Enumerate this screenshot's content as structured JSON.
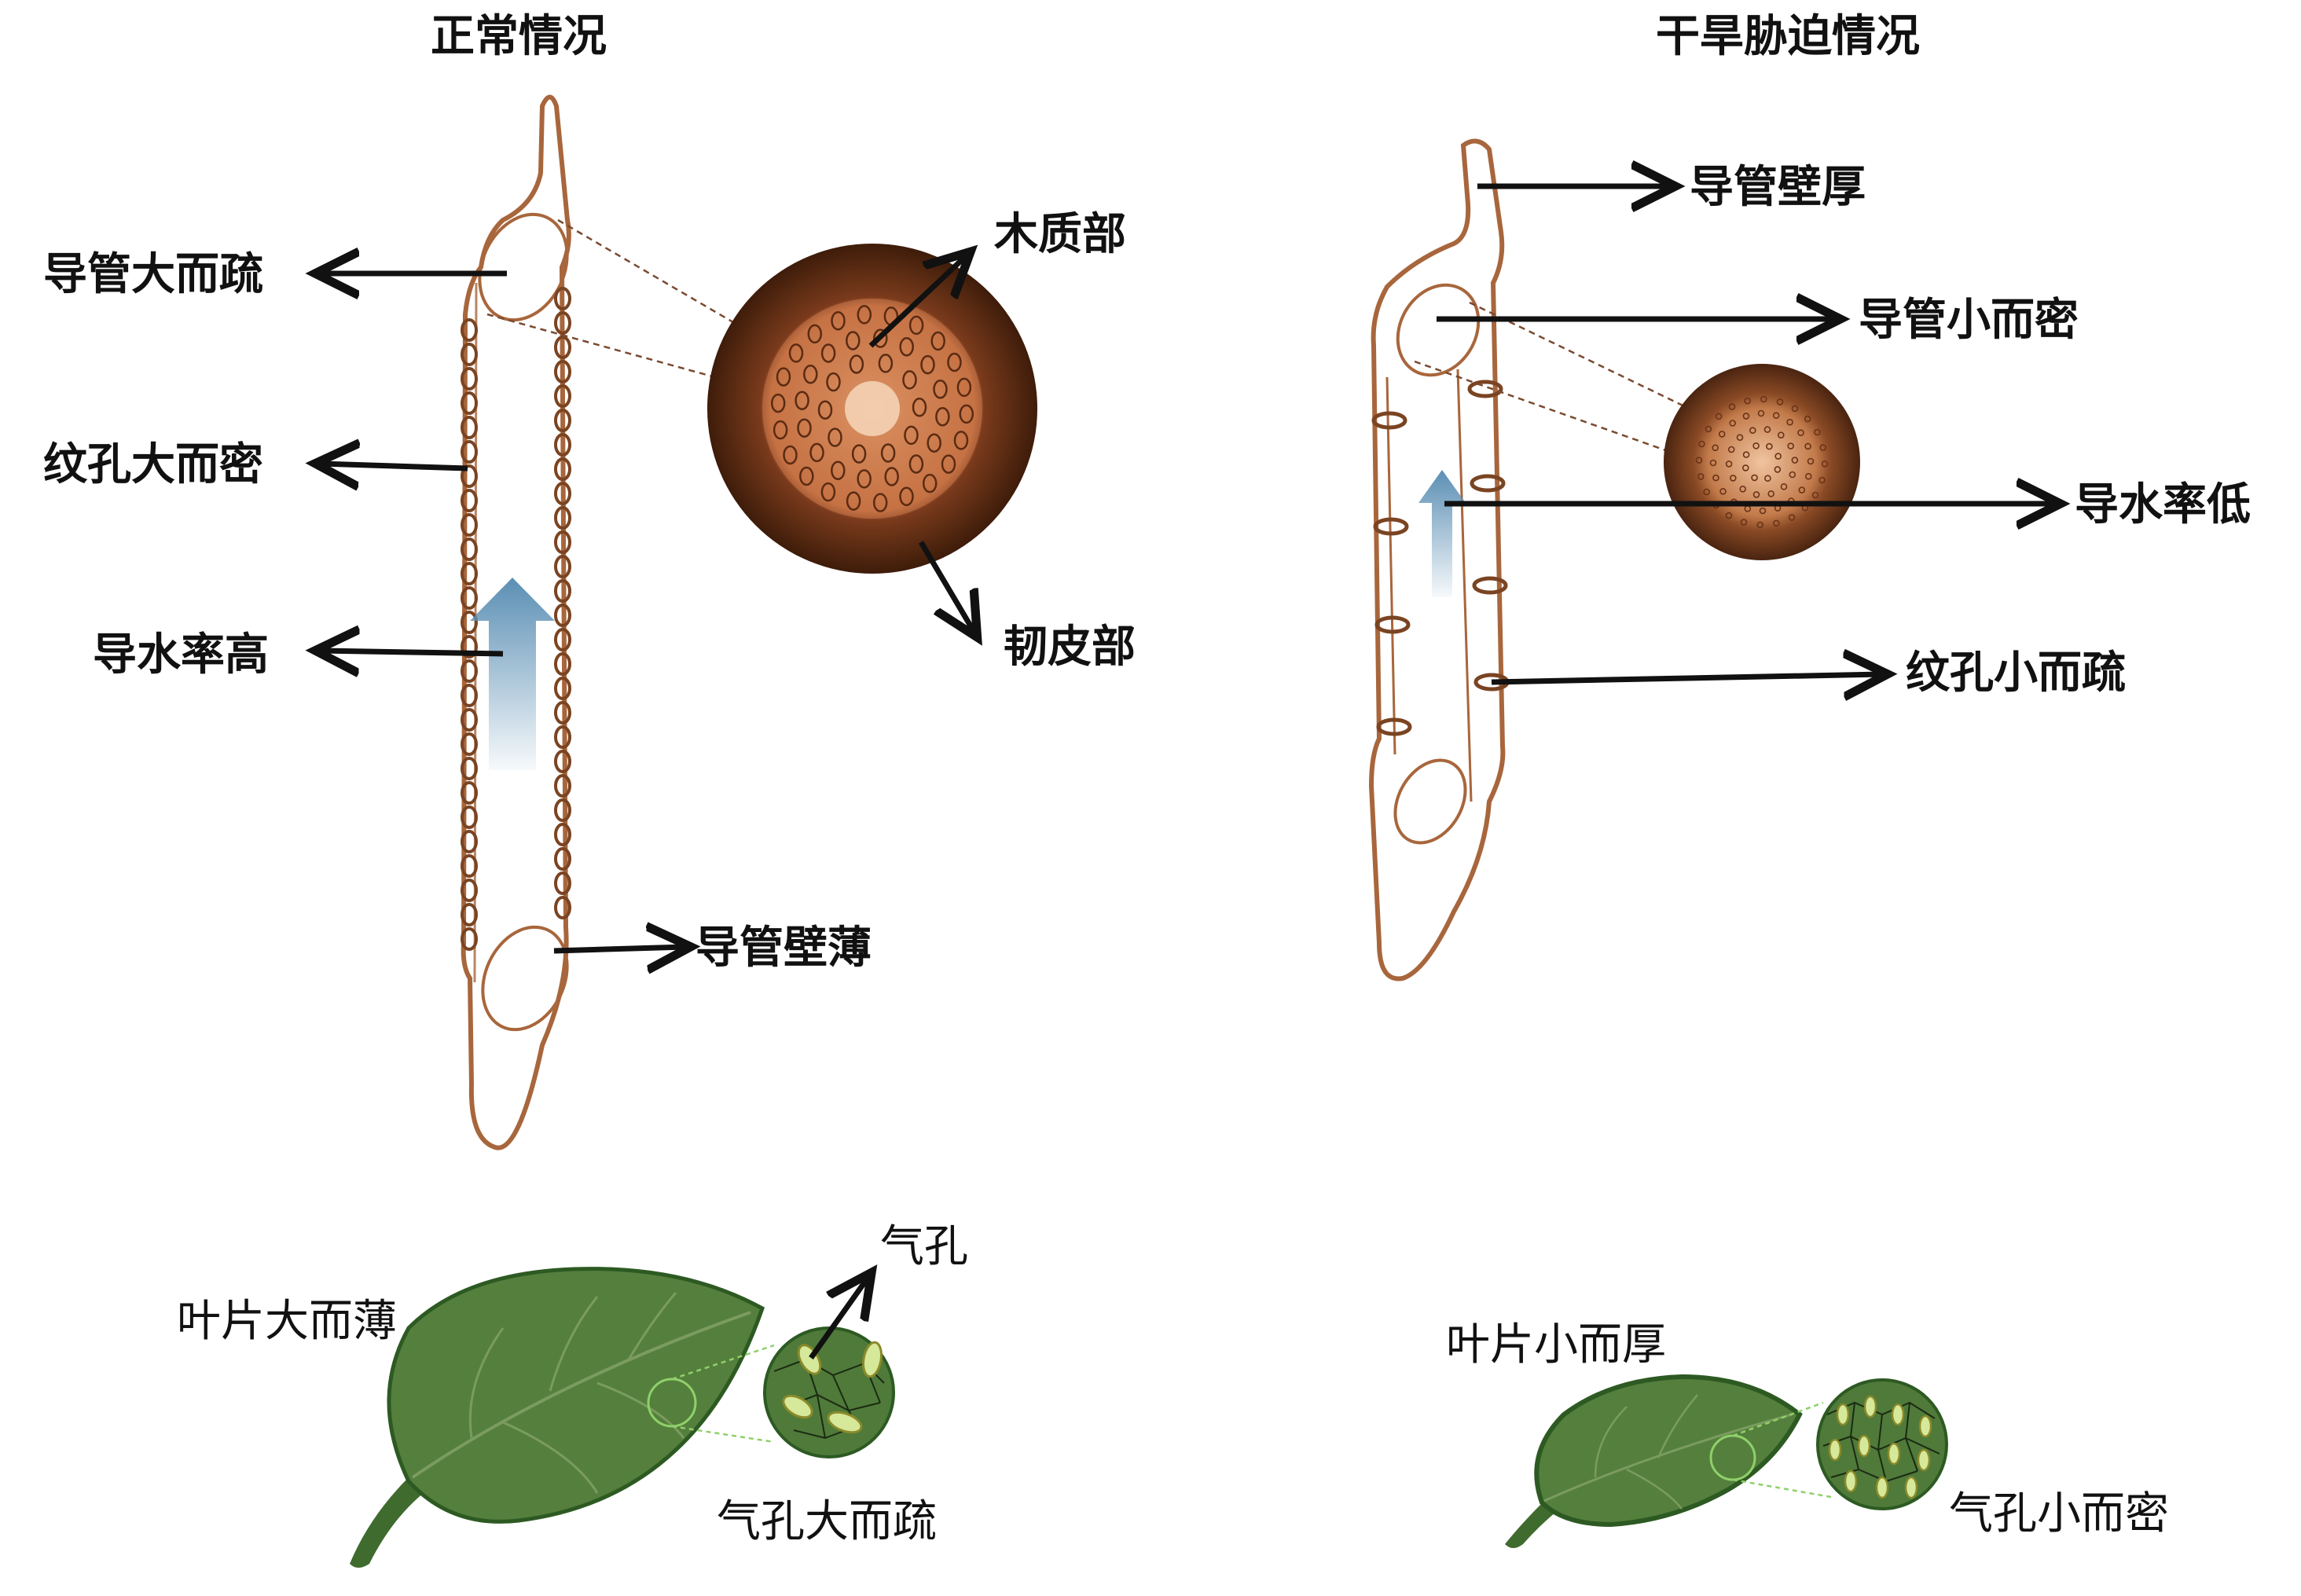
{
  "normal": {
    "title": "正常情况",
    "vessel_large_sparse": "导管大而疏",
    "pits_large_dense": "纹孔大而密",
    "conduct_high": "导水率高",
    "wall_thin": "导管壁薄",
    "xylem": "木质部",
    "phloem": "韧皮部",
    "stomata": "气孔",
    "leaf_large_thin": "叶片大而薄",
    "stomata_large_sparse": "气孔大而疏"
  },
  "drought": {
    "title": "干旱胁迫情况",
    "wall_thick": "导管壁厚",
    "vessel_small_dense": "导管小而密",
    "conduct_low": "导水率低",
    "pits_small_sparse": "纹孔小而疏",
    "leaf_small_thick": "叶片小而厚",
    "stomata_small_dense": "气孔小而密"
  },
  "colors": {
    "vessel_outline": "#a8663c",
    "pit": "#7a4422",
    "stem_outer": "#5a2b12",
    "stem_inner": "#c9784a",
    "leaf": "#4f7a3a",
    "leaf_dark": "#2d5a22",
    "flow_arrow": "#5b8fb4",
    "guide_line": "#7a4a30",
    "leaf_guide": "#8fd06a"
  }
}
